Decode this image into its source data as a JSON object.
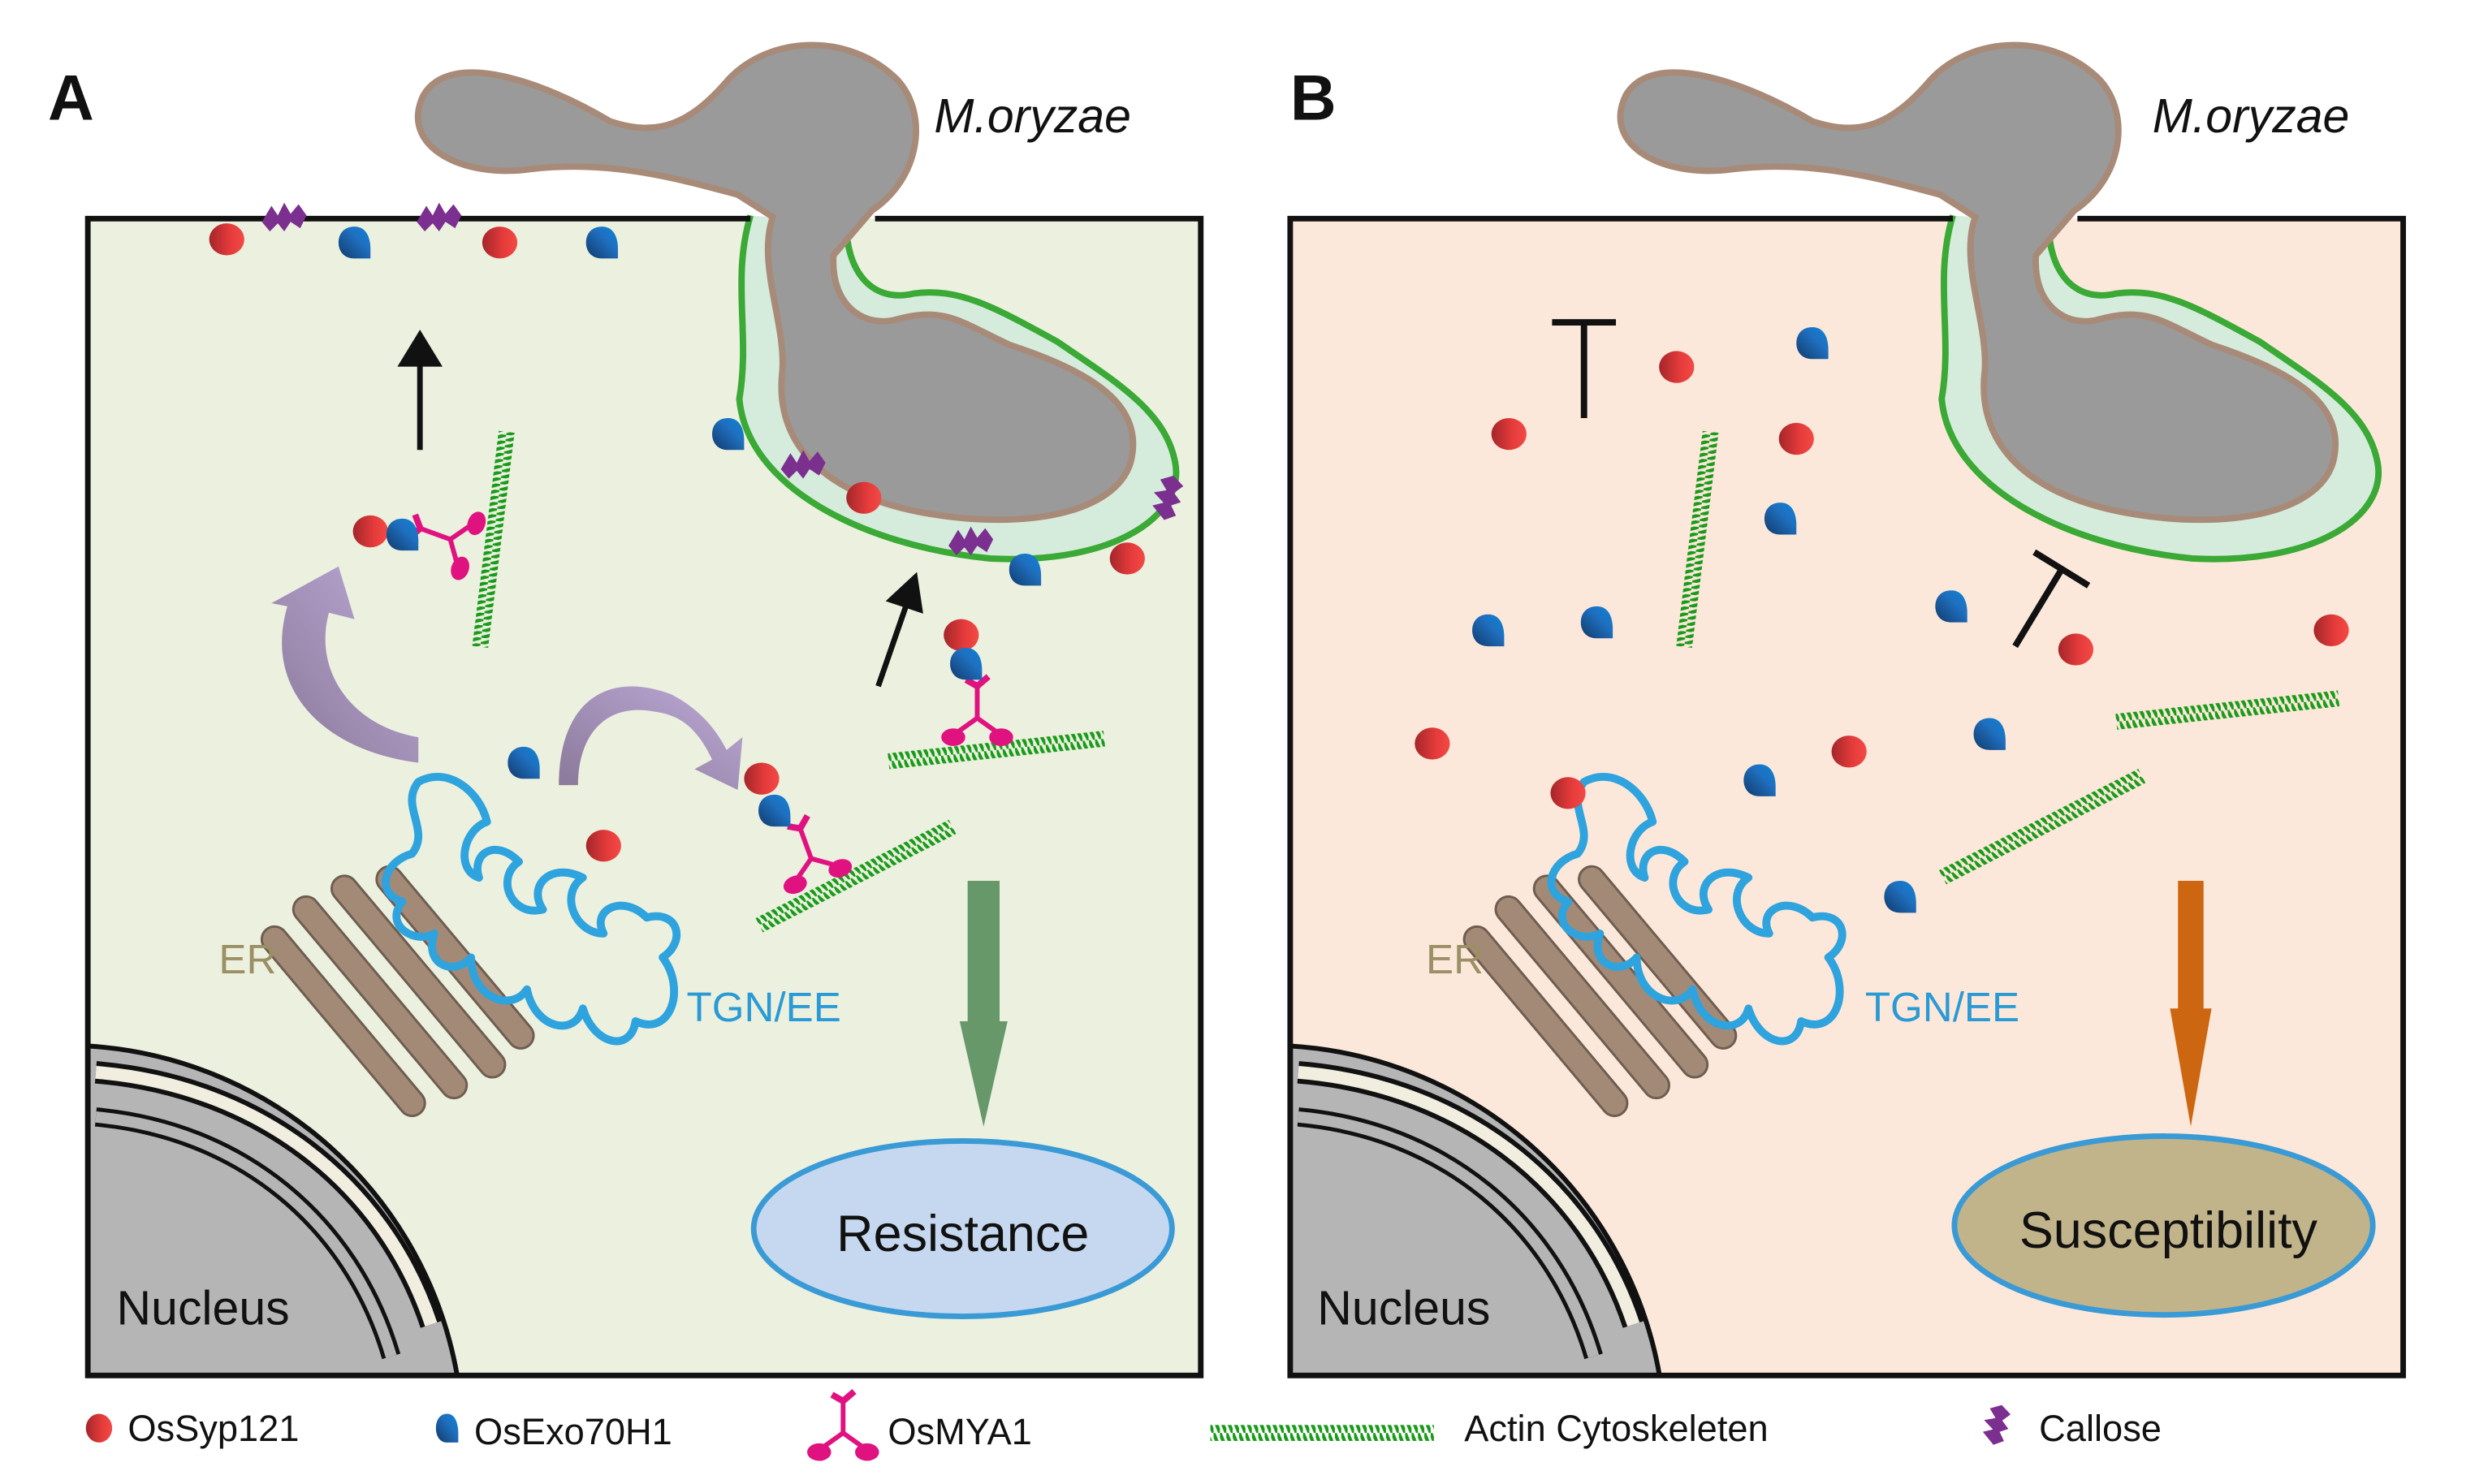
{
  "panels": [
    {
      "label": "A",
      "organism": "M.oryzae",
      "er_label": "ER",
      "tgn_label": "TGN/EE",
      "nucleus_label": "Nucleus",
      "outcome": "Resistance",
      "background_color": "#ebf0df",
      "outcome_fill": "#c5d8ef",
      "outcome_arrow_color": "#66986a"
    },
    {
      "label": "B",
      "organism": "M.oryzae",
      "er_label": "ER",
      "tgn_label": "TGN/EE",
      "nucleus_label": "Nucleus",
      "outcome": "Susceptibility",
      "background_color": "#fce8da",
      "outcome_fill": "#c2b48a",
      "outcome_arrow_color": "#cc6611"
    }
  ],
  "legend": [
    {
      "label": "OsSyp121",
      "icon": "red-oval",
      "color": "#e53b3b"
    },
    {
      "label": "OsExo70H1",
      "icon": "blue-teardrop",
      "color": "#1f6fbf"
    },
    {
      "label": "OsMYA1",
      "icon": "pink-y-shape",
      "color": "#e0127f"
    },
    {
      "label": "Actin Cytoskeleten",
      "icon": "green-filament",
      "color": "#1a9a1a"
    },
    {
      "label": "Callose",
      "icon": "purple-callose",
      "color": "#7b2f8f"
    }
  ],
  "colors": {
    "fungus": "#9a9a9a",
    "fungus_outline": "#a88a78",
    "membrane": "#3aa935",
    "tgn": "#2ea3de",
    "er": "#a38a77",
    "transport_arrow": "#a99bc4"
  }
}
